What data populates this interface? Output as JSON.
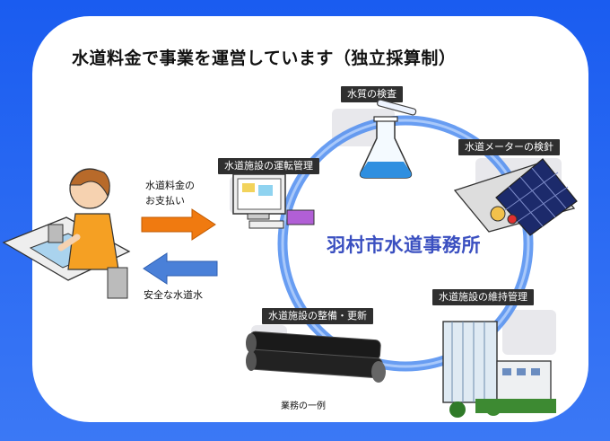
{
  "title": "水道料金で事業を運営しています（独立採算制）",
  "center_label": "羽村市水道事務所",
  "labels": {
    "water_quality": "水質の検査",
    "meter": "水道メーターの検針",
    "operation": "水道施設の運転管理",
    "maintenance": "水道施設の維持管理",
    "construction": "水道施設の整備・更新"
  },
  "flows": {
    "payment_line1": "水道料金の",
    "payment_line2": "お支払い",
    "safe_water": "安全な水道水"
  },
  "footnote": "業務の一例",
  "colors": {
    "background": "#1a5cf0",
    "ring": "#4d8cf0",
    "center_text": "#3a4fc0",
    "orange_arrow": "#f07a10",
    "blue_arrow": "#4a80d8"
  }
}
